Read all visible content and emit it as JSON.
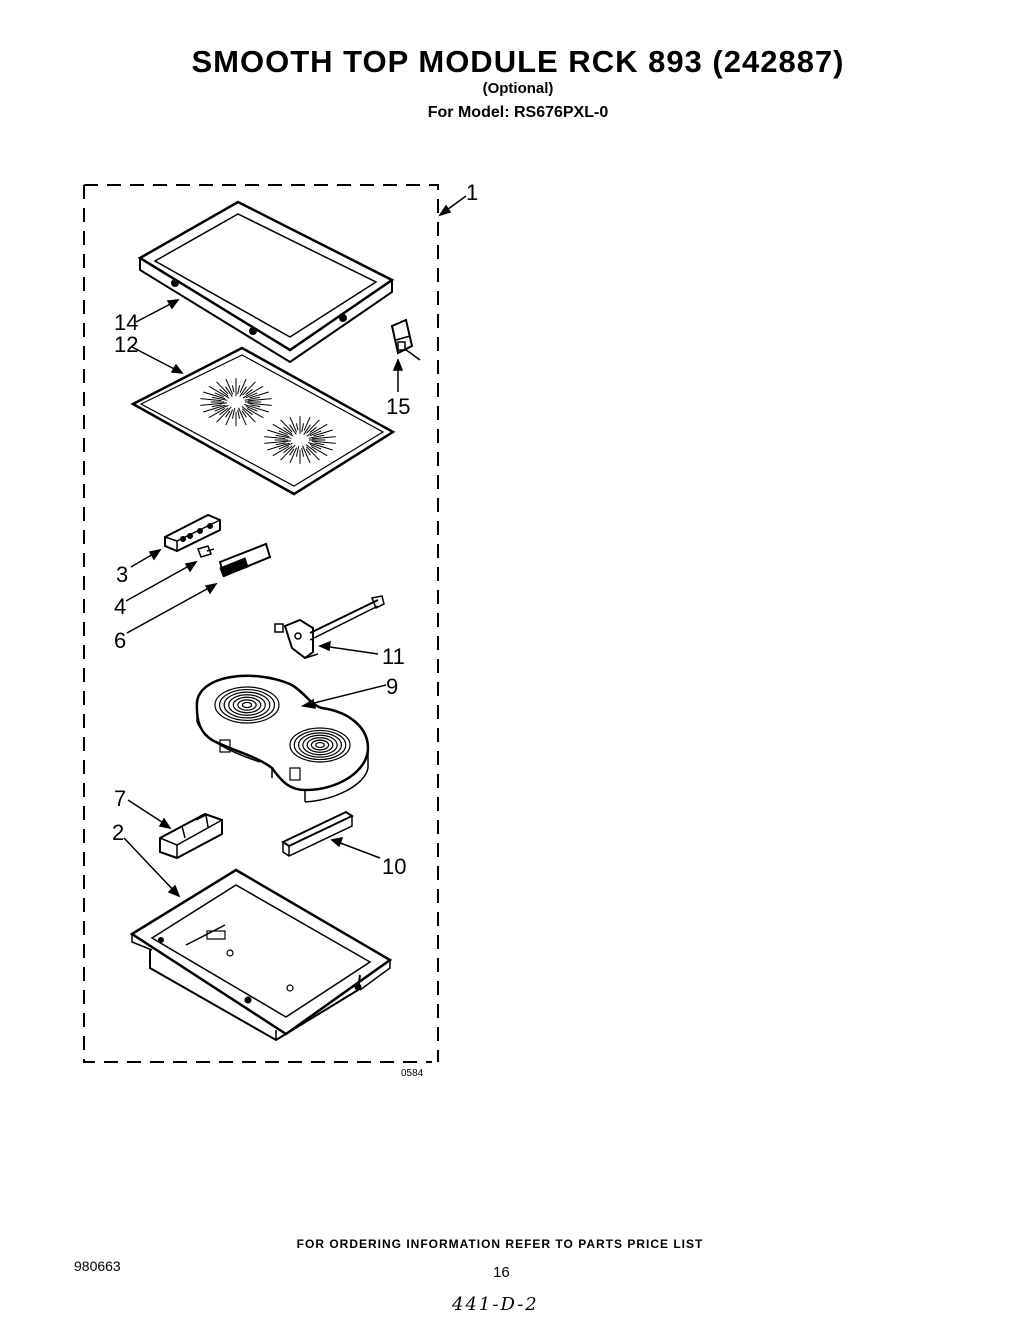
{
  "header": {
    "title": "SMOOTH TOP MODULE RCK 893 (242887)",
    "subtitle": "(Optional)",
    "model_line": "For Model: RS676PXL-0"
  },
  "diagram": {
    "figure_code": "0584",
    "callouts": {
      "c1": "1",
      "c14": "14",
      "c12": "12",
      "c15": "15",
      "c3": "3",
      "c4": "4",
      "c6": "6",
      "c11": "11",
      "c9": "9",
      "c7": "7",
      "c2": "2",
      "c10": "10"
    }
  },
  "footer": {
    "order_note": "FOR ORDERING INFORMATION REFER TO PARTS PRICE LIST",
    "doc_number": "980663",
    "page_number": "16",
    "handwritten": "441-D-2"
  }
}
